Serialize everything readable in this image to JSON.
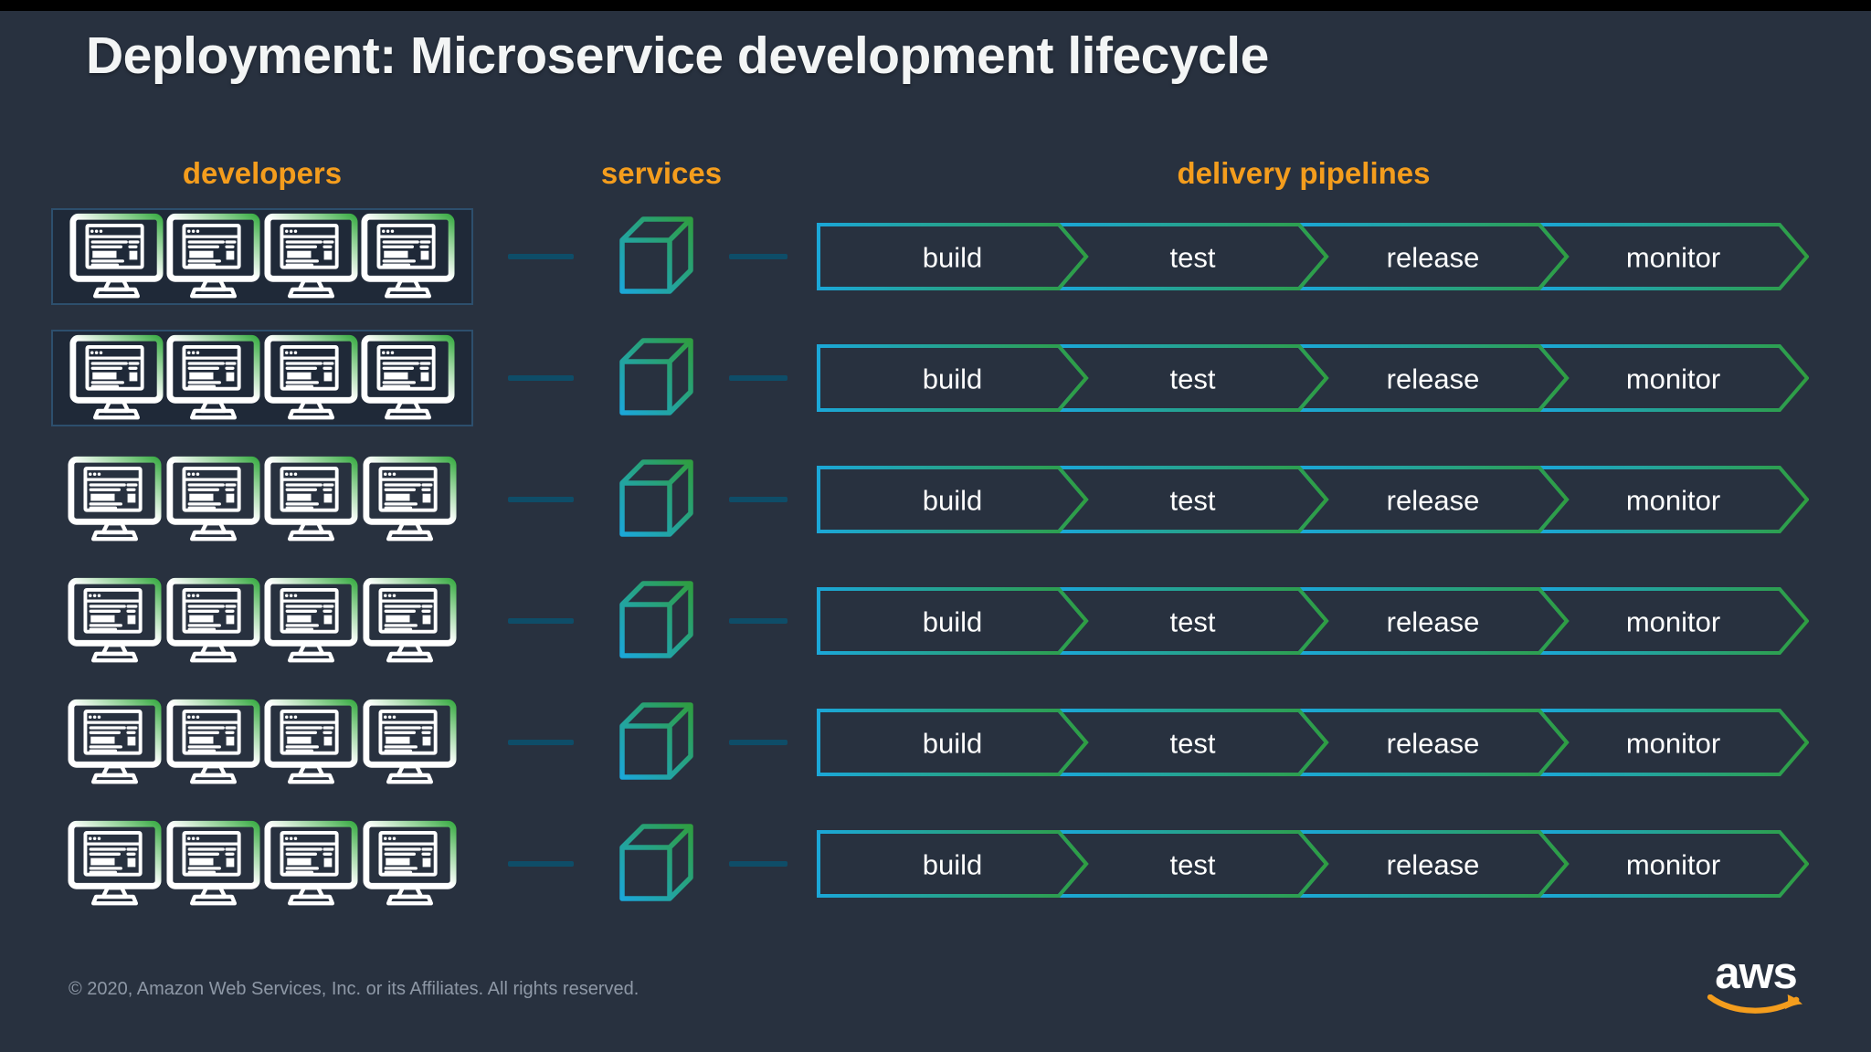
{
  "slide": {
    "title": "Deployment: Microservice development lifecycle",
    "footer_copyright": "© 2020, Amazon Web Services, Inc. or its Affiliates. All rights reserved.",
    "aws_logo_text": "aws"
  },
  "column_headers": {
    "developers": "developers",
    "services": "services",
    "pipelines": "delivery pipelines"
  },
  "pipeline_stages": [
    "build",
    "test",
    "release",
    "monitor"
  ],
  "rows": [
    {
      "monitors": 4,
      "boxed": true
    },
    {
      "monitors": 4,
      "boxed": true
    },
    {
      "monitors": 4,
      "boxed": false
    },
    {
      "monitors": 4,
      "boxed": false
    },
    {
      "monitors": 4,
      "boxed": false
    },
    {
      "monitors": 4,
      "boxed": false
    }
  ],
  "icons": {
    "developer": "monitor-icon",
    "service": "cube-icon",
    "logo": "aws-smile-arrow-icon"
  },
  "colors": {
    "background": "#28313F",
    "top_bar": "#000000",
    "accent_orange": "#F49D1D",
    "pipeline_cyan": "#1BA7D8",
    "pipeline_green": "#2F9E41",
    "icon_green": "#3FAE49",
    "connector_teal": "#0E4D68",
    "box_border_blue": "#2D4F6D",
    "text_white": "#FFFFFF",
    "footer_gray": "#8E98A6"
  }
}
